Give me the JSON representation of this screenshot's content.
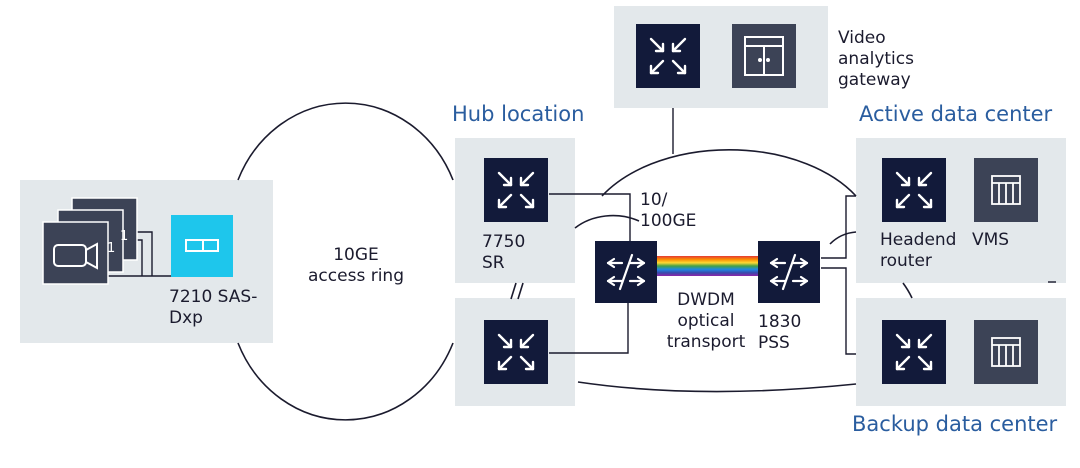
{
  "colors": {
    "panel": "#e3e8eb",
    "device": "#121a3a",
    "icon_stroke": "#ffffff",
    "line": "#1b1b2e",
    "title": "#2a5d9f",
    "access_device": "#1ec6ec",
    "server": "#3c4356"
  },
  "titles": {
    "hub_location": "Hub location",
    "active_dc": "Active data center",
    "backup_dc": "Backup data center"
  },
  "labels": {
    "video_analytics": [
      "Video",
      "analytics",
      "gateway"
    ],
    "access_ring": [
      "10GE",
      "access ring"
    ],
    "sas_dxp": [
      "7210 SAS-",
      "Dxp"
    ],
    "sr_7750": [
      "7750",
      "SR"
    ],
    "link_speed": [
      "10/",
      "100GE"
    ],
    "dwdm": [
      "DWDM",
      "optical",
      "transport"
    ],
    "pss": [
      "1830",
      "PSS"
    ],
    "headend": [
      "Headend",
      "router"
    ],
    "vms": "VMS"
  },
  "icons": {
    "router": "router-arrows-icon",
    "optical_switch": "optical-switch-icon",
    "gateway": "gateway-cabinet-icon",
    "camera": "video-camera-icon",
    "server": "server-rack-icon",
    "access_device": "access-device-icon"
  }
}
